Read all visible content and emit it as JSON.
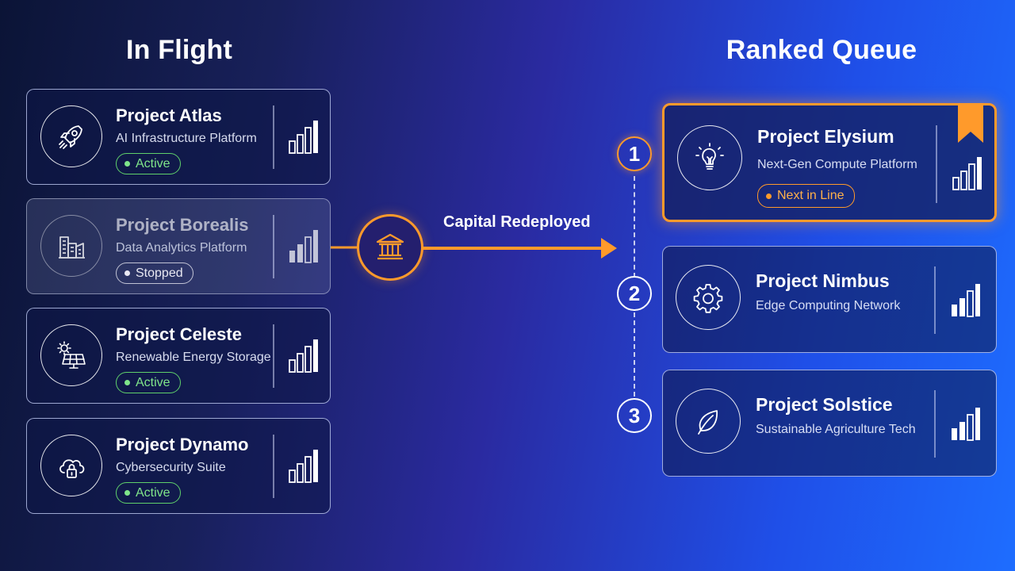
{
  "headings": {
    "in_flight": "In Flight",
    "ranked_queue": "Ranked Queue"
  },
  "transfer": {
    "caption": "Capital Redeployed",
    "icon": "bank-icon"
  },
  "in_flight": [
    {
      "title": "Project Atlas",
      "subtitle": "AI Infrastructure Platform",
      "status": "Active",
      "icon": "rocket-icon"
    },
    {
      "title": "Project Borealis",
      "subtitle": "Data Analytics Platform",
      "status": "Stopped",
      "icon": "buildings-icon"
    },
    {
      "title": "Project Celeste",
      "subtitle": "Renewable Energy Storage",
      "status": "Active",
      "icon": "solar-panel-icon"
    },
    {
      "title": "Project Dynamo",
      "subtitle": "Cybersecurity Suite",
      "status": "Active",
      "icon": "cloud-lock-icon"
    }
  ],
  "queue": [
    {
      "rank": "1",
      "title": "Project Elysium",
      "subtitle": "Next-Gen Compute Platform",
      "status": "Next in Line",
      "icon": "lightbulb-icon"
    },
    {
      "rank": "2",
      "title": "Project Nimbus",
      "subtitle": "Edge Computing Network",
      "icon": "gear-icon"
    },
    {
      "rank": "3",
      "title": "Project Solstice",
      "subtitle": "Sustainable Agriculture Tech",
      "icon": "leaf-icon"
    }
  ],
  "colors": {
    "accent": "#ff9a2b",
    "active": "#5fd06b",
    "background_dark": "#0b1436",
    "background_bright": "#1e6dff"
  }
}
